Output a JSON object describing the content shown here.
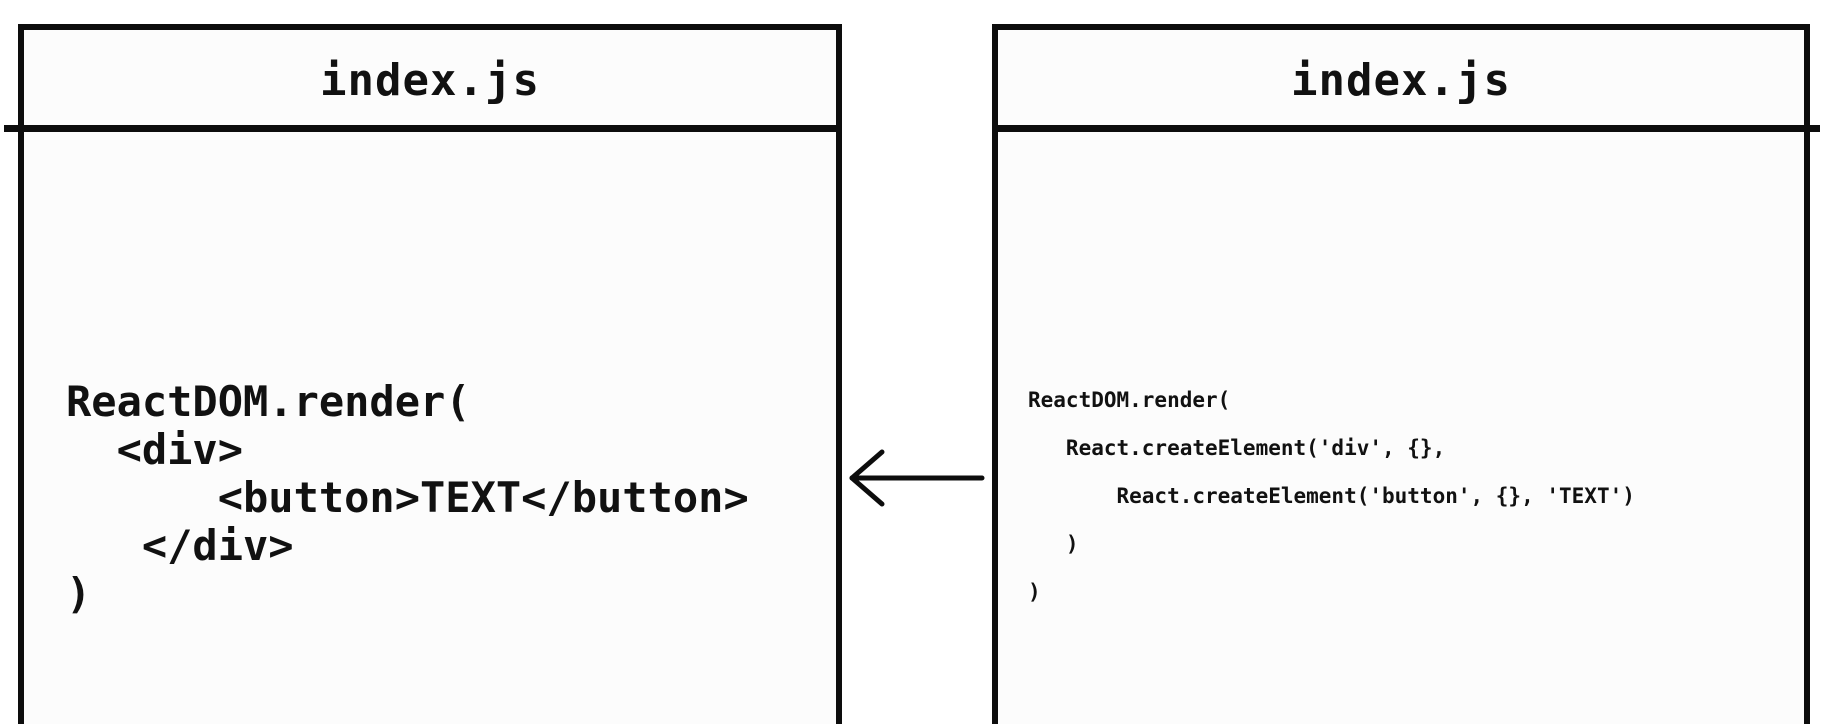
{
  "left_panel": {
    "title": "index.js",
    "code_lines": [
      "ReactDOM.render(",
      "  <div>",
      "      <button>TEXT</button>",
      "   </div>",
      ")"
    ]
  },
  "right_panel": {
    "title": "index.js",
    "code_lines": [
      "ReactDOM.render(",
      "   React.createElement('div', {},",
      "       React.createElement('button', {}, 'TEXT')",
      "   )",
      ")"
    ]
  },
  "arrow": {
    "direction": "left",
    "icon": "left-arrow-icon"
  },
  "colors": {
    "stroke": "#0d0d0d",
    "background": "#fcfcfc"
  }
}
